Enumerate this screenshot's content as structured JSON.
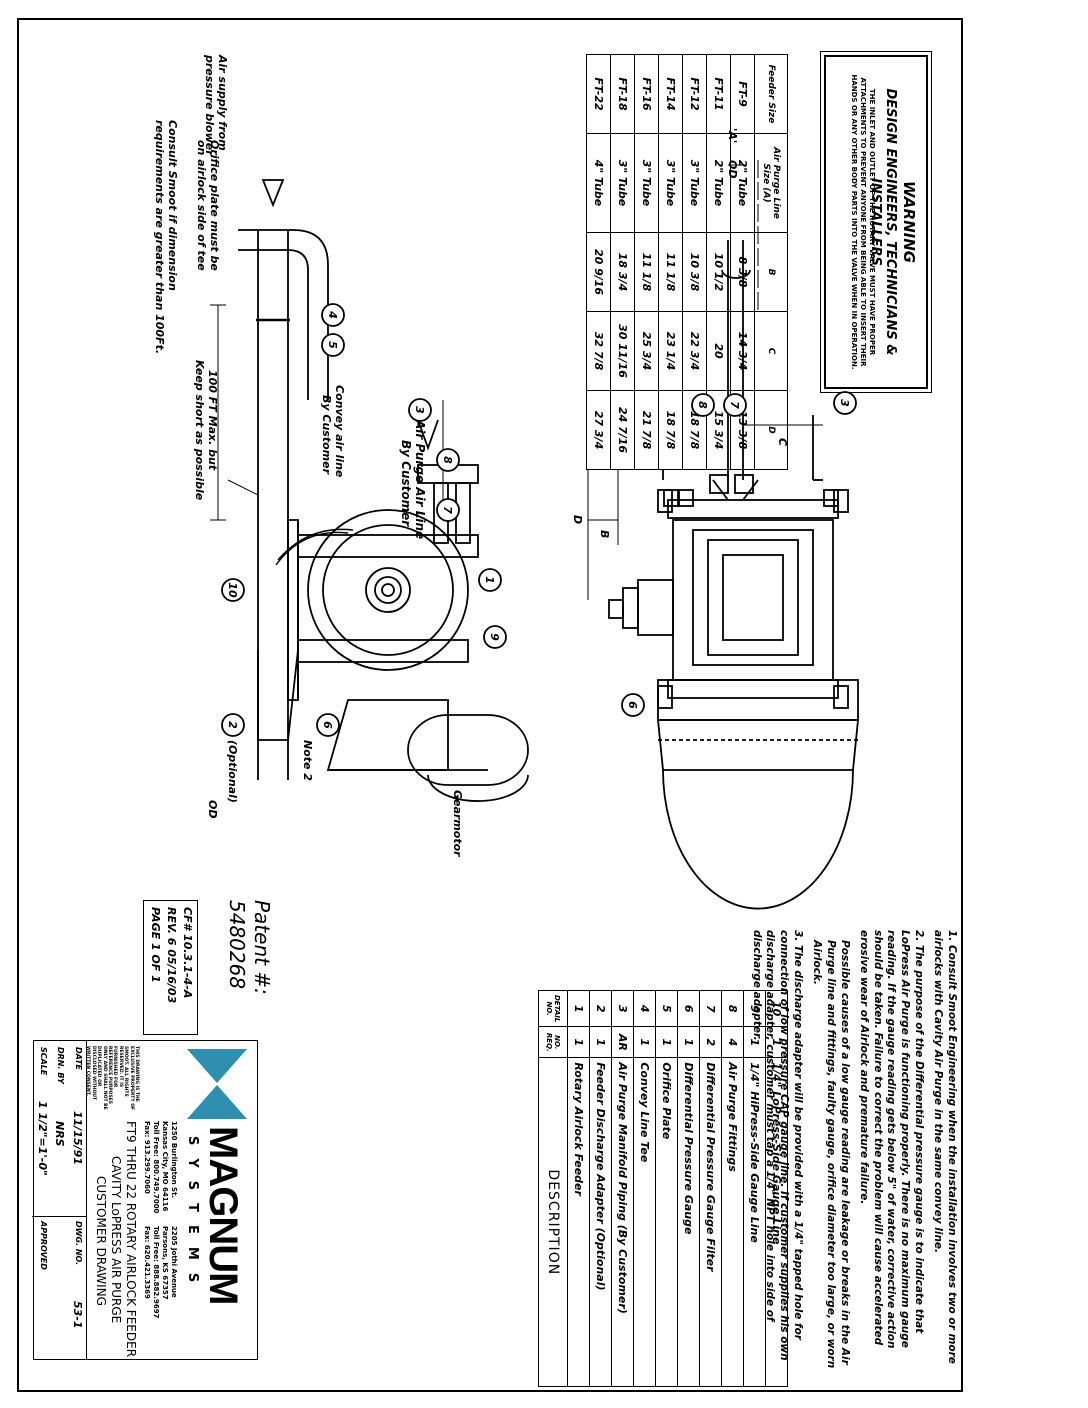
{
  "warning": {
    "title": "WARNING",
    "subtitle": "DESIGN ENGINEERS, TECHNICIANS & INSTALLERS",
    "body": "THE INLET AND OUTLET OF THE ROTARY VALVE MUST HAVE PROPER ATTACHMENTS TO PREVENT ANYONE FROM BEING ABLE TO INSERT THEIR HANDS OR ANY OTHER BODY PARTS INTO THE VALVE WHEN IN OPERATION."
  },
  "tube_table": {
    "headers": [
      "Feeder Size",
      "Air Purge Line Size (A)",
      "B",
      "C",
      "D"
    ],
    "rows": [
      [
        "FT-9",
        "2\" Tube",
        "8 3/8",
        "14 3/4",
        "13 3/8"
      ],
      [
        "FT-11",
        "2\" Tube",
        "10 1/2",
        "20",
        "15 3/4"
      ],
      [
        "FT-12",
        "3\" Tube",
        "10 3/8",
        "22 3/4",
        "18 7/8"
      ],
      [
        "FT-14",
        "3\" Tube",
        "11 1/8",
        "23 1/4",
        "18 7/8"
      ],
      [
        "FT-16",
        "3\" Tube",
        "11 1/8",
        "25 3/4",
        "21 7/8"
      ],
      [
        "FT-18",
        "3\" Tube",
        "18 3/4",
        "30 11/16",
        "24 7/16"
      ],
      [
        "FT-22",
        "4\" Tube",
        "20 9/16",
        "32 7/8",
        "27 3/4"
      ]
    ]
  },
  "labels": {
    "a_od_top": "'A'",
    "od": "OD",
    "a_od_left": "'A'",
    "c": "C",
    "b": "B",
    "d": "D",
    "air_purge_line": "Air Purge Air Line",
    "by_customer": "By Customer",
    "convey_line": "Convey air line",
    "convey_by_customer": "By Customer",
    "air_supply_1": "Air supply from",
    "air_supply_2": "pressure blower",
    "orifice_1": "Orifice plate must be",
    "orifice_2": "on airlock side of tee",
    "consult_1": "Consult Smoot if dimension",
    "consult_2": "requirements are greater than 100Ft.",
    "hundred_1": "100 FT Max. but",
    "hundred_2": "Keep short as possible",
    "optional": "(Optional)",
    "note2": "Note 2",
    "gearmotor": "Gearmotor",
    "od_bottom": "OD"
  },
  "callouts": [
    "1",
    "2",
    "3",
    "4",
    "5",
    "6",
    "7",
    "8",
    "9",
    "10"
  ],
  "notes": [
    "1. Consult Smoot Engineering when the installation involves two or more airlocks with Cavity Air Purge in the same convey line.",
    "2. The purpose of the Differential pressure gauge is to indicate that LoPress Air Purge is functioning properly. There is no maximum gauge reading. If the gauge reading gets below 5\" of water, corrective action should be taken. Failure to correct the problem will cause accelerated erosive wear of Airlock and premature failure.",
    "Possible causes of a low gauge reading are leakage or breaks in the Air Purge line and fittings, faulty gauge, orifice diameter too large, or worn Airlock.",
    "3. The discharge adapter will be provided with a 1/4\" tapped hole for connection of low pressure CAP gauge line. If customer supplies his own discharge adapter, customer must tap a 1/4\" NPT hole into side of discharge adapter."
  ],
  "parts": [
    [
      "10",
      "1",
      "1/4\" LoPress-Side Gauge Line"
    ],
    [
      "9",
      "1",
      "1/4\" HiPress-Side Gauge Line"
    ],
    [
      "8",
      "4",
      "Air Purge Fittings"
    ],
    [
      "7",
      "2",
      "Differential Pressure Gauge Filter"
    ],
    [
      "6",
      "1",
      "Differential Pressure Gauge"
    ],
    [
      "5",
      "1",
      "Orifice Plate"
    ],
    [
      "4",
      "1",
      "Convey Line Tee"
    ],
    [
      "3",
      "AR",
      "Air Purge Manifold Piping (By Customer)"
    ],
    [
      "2",
      "1",
      "Feeder Discharge Adapter (Optional)"
    ],
    [
      "1",
      "1",
      "Rotary Airlock Feeder"
    ]
  ],
  "parts_header": {
    "detail": "DETAIL NO.",
    "req": "NO. REQ.",
    "desc": "DESCRIPTION"
  },
  "patent": {
    "label": "Patent #:",
    "number": "5480268"
  },
  "revision": {
    "cf": "CF# 10.3.1-4-A",
    "rev": "REV. 6  05/16/03",
    "page": "PAGE 1 OF 1"
  },
  "company": {
    "name": "MAGNUM",
    "sub": "SYSTEMS",
    "addr1": "1250 Burlington St.",
    "addr2": "Kansas City, MO 64116",
    "addr3": "Toll Free: 800.749.7000",
    "addr4": "Fax: 913.299.7060",
    "addr5": "2205 Jothi Avenue",
    "addr6": "Parsons, KS 67357",
    "addr7": "Toll Free: 888.882.9697",
    "addr8": "Fax: 620.421.3369",
    "confidential": "THIS DRAWING IS THE EXCLUSIVE PROPERTY OF SMOOT. ALL RIGHTS RESERVED. IT IS FURNISHED FOR REFERENCE PURPOSES ONLY AND SHALL NOT BE DUPLICATED OR DISCLOSED WITHOUT WRITTEN CONSENT.",
    "accent": "#2f8fb0"
  },
  "title_block": {
    "line1": "FT9 THRU 22 ROTARY AIRLOCK FEEDER",
    "line2": "CAVITY LoPRESS AIR PURGE",
    "line3": "CUSTOMER DRAWING",
    "date_label": "DATE",
    "date": "11/15/91",
    "drn_label": "DRN. BY",
    "drn": "NRS",
    "scale_label": "SCALE",
    "scale": "1 1/2\"=1'-0\"",
    "dwg_label": "DWG. NO.",
    "dwg": "53-1",
    "approved_label": "APPROVED"
  }
}
